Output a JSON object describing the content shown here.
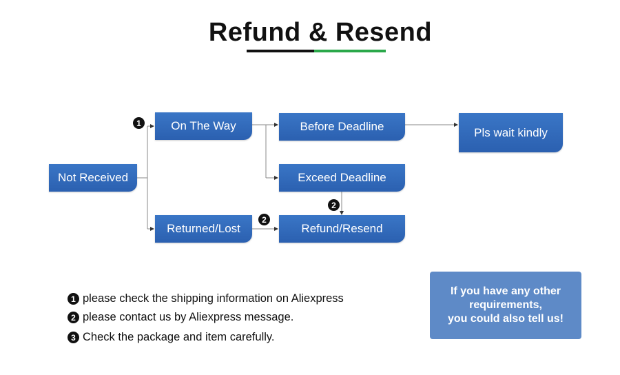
{
  "title": "Refund & Resend",
  "colors": {
    "box": "#2b60b0",
    "underline_left": "#111111",
    "underline_right": "#2aa84a",
    "callout": "#5e8ac7"
  },
  "flow": {
    "not_received": "Not Received",
    "on_the_way": "On The Way",
    "returned_lost": "Returned/Lost",
    "before_deadline": "Before Deadline",
    "exceed_deadline": "Exceed Deadline",
    "refund_resend": "Refund/Resend",
    "pls_wait": "Pls wait kindly"
  },
  "markers": {
    "m1": "1",
    "m2a": "2",
    "m2b": "2"
  },
  "notes": [
    {
      "num": "1",
      "text": "please check the shipping information on Aliexpress"
    },
    {
      "num": "2",
      "text": "please contact us by Aliexpress message."
    },
    {
      "num": "3",
      "text": "Check the package and item carefully."
    }
  ],
  "callout": {
    "line1": "If you have any other",
    "line2": "requirements,",
    "line3": "you could also tell us!"
  }
}
